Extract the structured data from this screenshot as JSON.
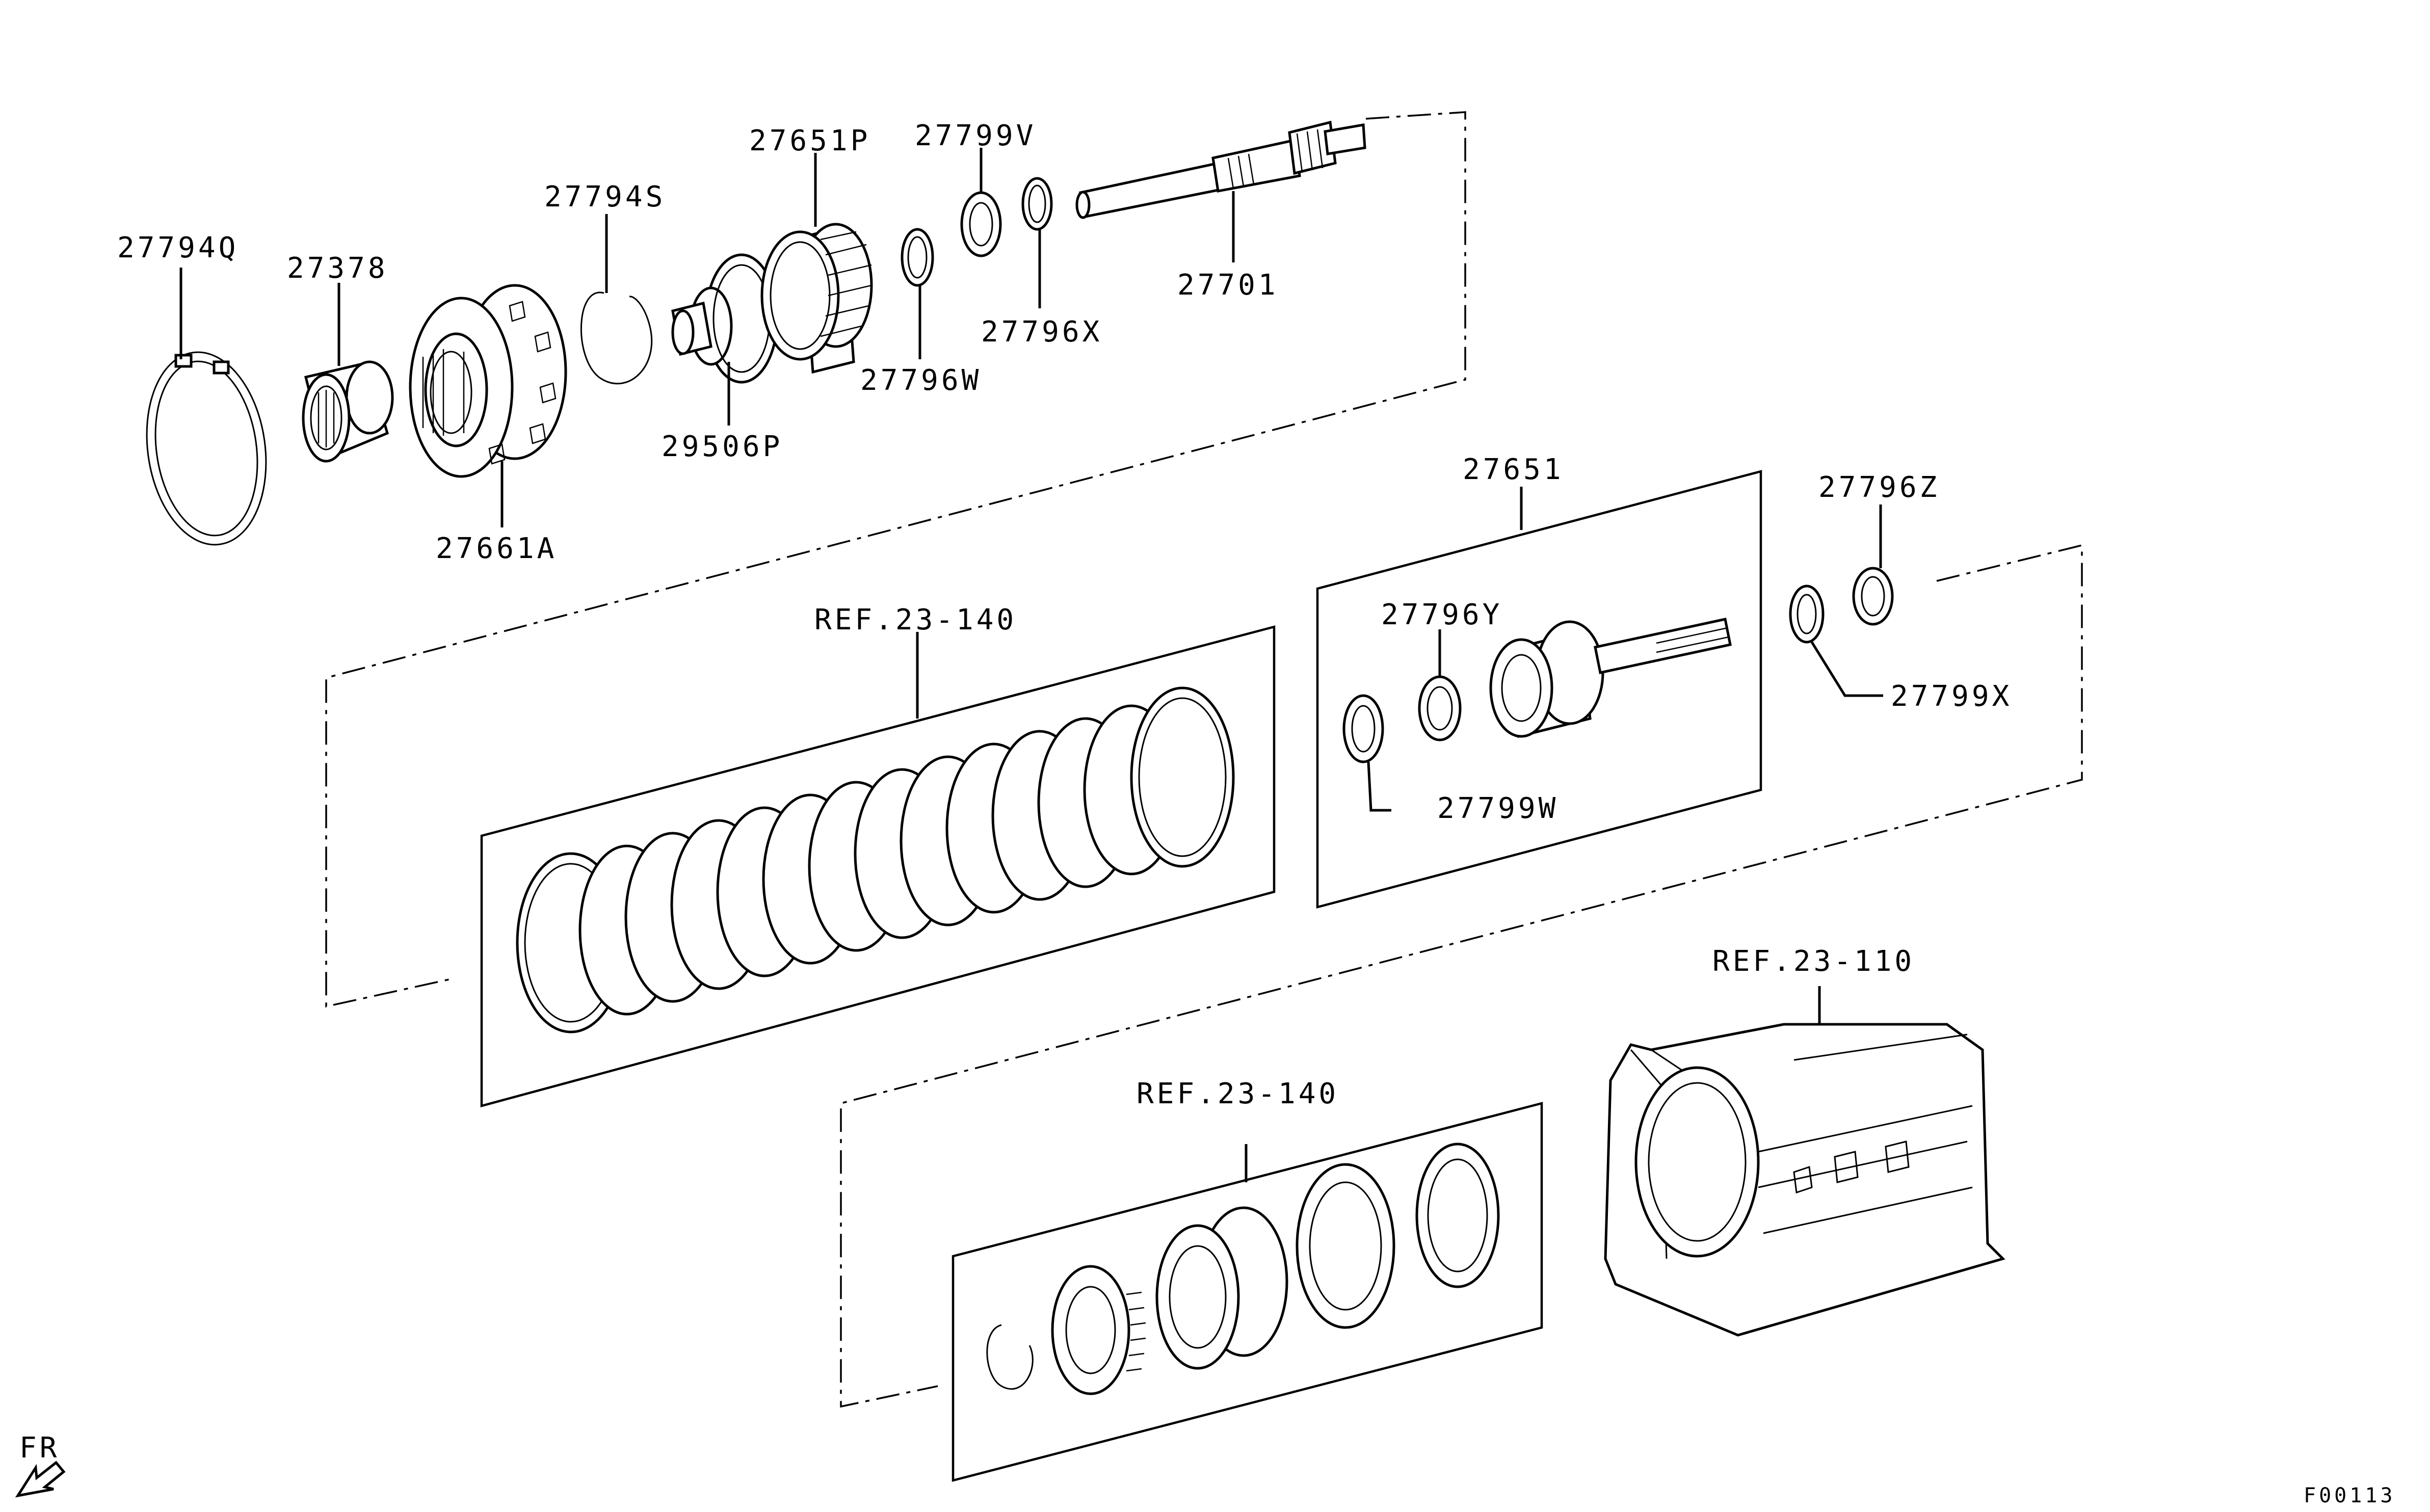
{
  "labels": {
    "p27794Q": "27794Q",
    "p27378": "27378",
    "p27661A": "27661A",
    "p27794S": "27794S",
    "p29506P": "29506P",
    "p27651P": "27651P",
    "p27796W": "27796W",
    "p27799V": "27799V",
    "p27796X": "27796X",
    "p27701": "27701",
    "p27651": "27651",
    "p27796Y": "27796Y",
    "p27799W": "27799W",
    "p27796Z": "27796Z",
    "p27799X": "27799X",
    "ref_clutch_pack": "REF.23-140",
    "ref_piston": "REF.23-140",
    "ref_case": "REF.23-110"
  },
  "direction_label": "FR",
  "figure_code": "F00113"
}
